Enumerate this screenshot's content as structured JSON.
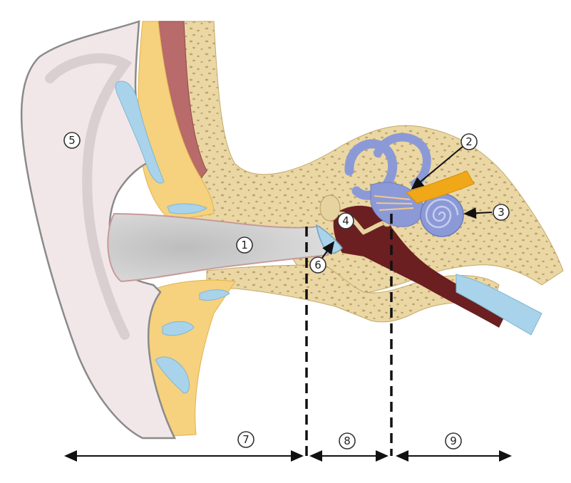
{
  "diagram": {
    "labels": {
      "ear_canal": "1",
      "cochlear_nerve": "2",
      "cochlea": "3",
      "ossicles": "4",
      "auricle": "5",
      "eardrum": "6",
      "outer_ear": "7",
      "middle_ear": "8",
      "inner_ear": "9"
    },
    "colors": {
      "skin": "#f1e7e8",
      "skin_outline": "#8a8a8a",
      "bone": "#ead7a4",
      "bone_spots": "#bda36c",
      "fat": "#f6d17e",
      "cartilage_blue": "#a9d3ea",
      "muscle": "#b96a6a",
      "canal": "#cfcfcf",
      "labyrinth": "#8b9ad6",
      "nerve": "#f0a818",
      "tympanic_cavity": "#6b1f21"
    }
  }
}
